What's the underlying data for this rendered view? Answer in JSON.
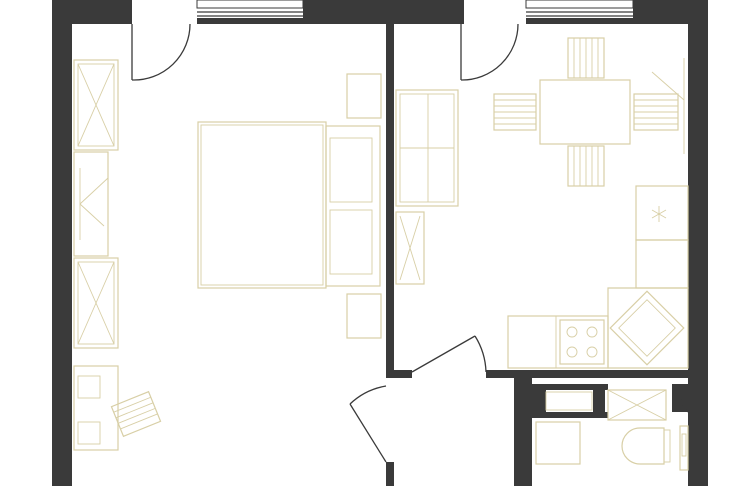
{
  "plan": {
    "palette": {
      "wall": "#3a3a3a",
      "furniture": "#d8cfa6",
      "background": "#ffffff"
    },
    "rooms": [
      "bedroom",
      "living-kitchen",
      "bathroom",
      "hallway"
    ],
    "kitchen_mark": "*"
  }
}
